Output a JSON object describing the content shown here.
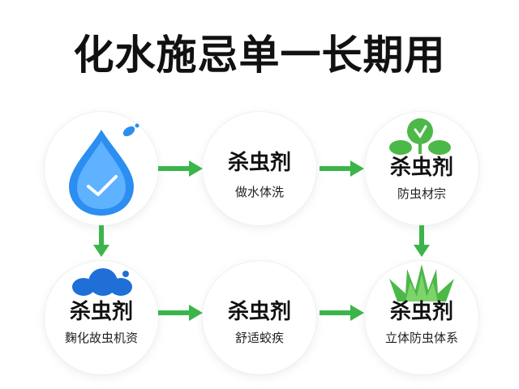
{
  "title": "化水施忌单一长期用",
  "nodes": [
    {
      "icon": "water-drop-icon"
    },
    {
      "main": "杀虫剂",
      "sub": "做水体洗"
    },
    {
      "main": "杀虫剂",
      "sub": "防虫材宗",
      "icon": "sprout-icon"
    },
    {
      "main": "杀虫剂",
      "sub": "麴化故虫机资",
      "icon": "cloud-icon"
    },
    {
      "main": "杀虫剂",
      "sub": "舒适蛟疾"
    },
    {
      "main": "杀虫剂",
      "sub": "立体防虫体系",
      "icon": "grass-icon"
    }
  ],
  "colors": {
    "arrow": "#3bb54a",
    "drop": "#2b8ef0",
    "cloud": "#1f6fd6",
    "leaf": "#4cb848"
  }
}
